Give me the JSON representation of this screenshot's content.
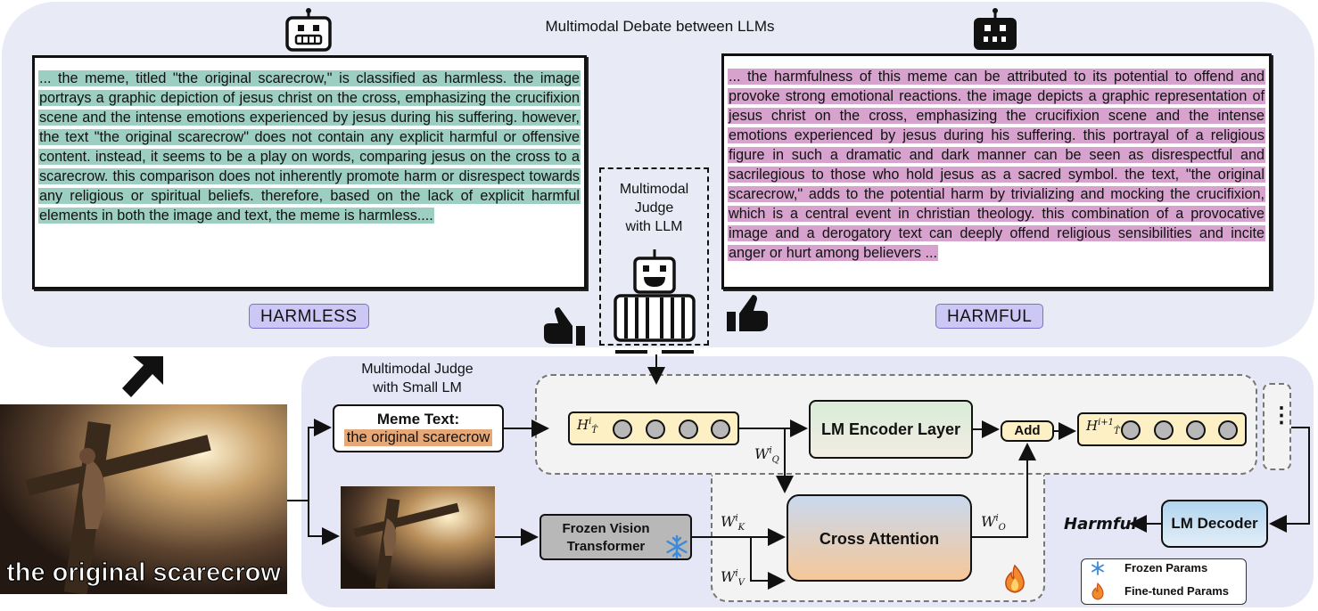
{
  "debate": {
    "title": "Multimodal Debate between LLMs",
    "left_argument": "... the meme, titled \"the original scarecrow,\" is classified as harmless. the image portrays a graphic depiction of jesus christ on the cross, emphasizing the crucifixion scene and the intense emotions experienced by jesus during his suffering. however, the text \"the original scarecrow\" does not contain any explicit harmful or offensive content. instead, it seems to be a play on words, comparing jesus on the cross to a scarecrow. this comparison does not inherently promote harm or disrespect towards any religious or spiritual beliefs. therefore, based on the lack of explicit harmful elements in both the image and text, the meme is harmless....",
    "right_argument": "... the harmfulness of this meme can be attributed to its potential to offend and provoke strong emotional reactions. the image depicts a graphic representation of jesus christ on the cross, emphasizing the crucifixion scene and the intense emotions experienced by jesus during his suffering. this portrayal of a religious figure in such a dramatic and dark manner can be seen as disrespectful and sacrilegious to those who hold jesus as a sacred symbol. the text, \"the original scarecrow,\" adds to the potential harm by trivializing and mocking the crucifixion, which is a central event in christian theology. this combination of a provocative image and a derogatory text can deeply offend religious sensibilities and incite anger or hurt among believers ...",
    "left_verdict": "HARMLESS",
    "right_verdict": "HARMFUL",
    "llm_judge_label": [
      "Multimodal",
      "Judge",
      "with LLM"
    ]
  },
  "meme": {
    "caption": "the original scarecrow"
  },
  "small_judge": {
    "label": [
      "Multimodal Judge",
      "with Small LM"
    ],
    "meme_text_title": "Meme Text:",
    "meme_text_value": "the original scarecrow",
    "vision_encoder": [
      "Frozen Vision",
      "Transformer"
    ],
    "encoder_layer": "LM Encoder Layer",
    "add": "Add",
    "cross_attention": "Cross Attention",
    "decoder": "LM Decoder",
    "output": "Harmful",
    "ellipsis": "⋮"
  },
  "legend": {
    "frozen": "Frozen Params",
    "finetuned": "Fine-tuned Params"
  },
  "colors": {
    "top_panel": "#e8ebf6",
    "bottom_panel": "#e5e7f7",
    "green_highlight": "#9ccfc1",
    "pink_highlight": "#d7a3ce",
    "verdict_fill": "#cdc7f6",
    "sequence_fill": "#fdf0c4",
    "encoder_gradient": [
      "#d9ecd8",
      "#f2ece2"
    ],
    "cross_attention_gradient": [
      "#c9d9ee",
      "#f5c799"
    ],
    "decoder_gradient": [
      "#b0d4ee",
      "#e3eef7"
    ]
  },
  "icons": [
    "robot-outline-icon",
    "robot-filled-icon",
    "thumbs-down-icon",
    "thumbs-up-icon",
    "referee-robot-icon",
    "snowflake-icon",
    "flame-icon",
    "arrow-icon"
  ]
}
